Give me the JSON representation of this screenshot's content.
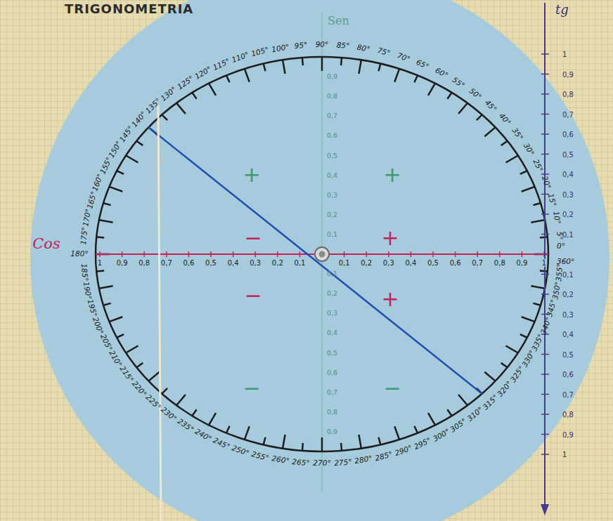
{
  "diagram": {
    "title": "TRIGONOMETRIA",
    "labels": [
      "0°",
      "5°",
      "10°",
      "15°",
      "20°",
      "25°",
      "30°",
      "35°",
      "40°",
      "45°",
      "50°",
      "55°",
      "60°",
      "65°",
      "70°",
      "75°",
      "80°",
      "85°",
      "90°",
      "95°",
      "100°",
      "105°",
      "110°",
      "115°",
      "120°",
      "125°",
      "130°",
      "135°",
      "140°",
      "145°",
      "150°",
      "155°",
      "160°",
      "165°",
      "170°",
      "175°",
      "180°",
      "185°",
      "190°",
      "195°",
      "200°",
      "205°",
      "210°",
      "215°",
      "220°",
      "225°",
      "230°",
      "235°",
      "240°",
      "245°",
      "250°",
      "255°",
      "260°",
      "265°",
      "270°",
      "275°",
      "280°",
      "285°",
      "290°",
      "295°",
      "300°",
      "305°",
      "310°",
      "315°",
      "320°",
      "325°",
      "330°",
      "335°",
      "340°",
      "345°",
      "350°",
      "355°",
      "360°",
      "Cos",
      "1",
      "0,9",
      "0,8",
      "0,7",
      "0,6",
      "0,5",
      "0,4",
      "0,3",
      "0,2",
      "0,1",
      "0,1",
      "0,2",
      "0,3",
      "0,4",
      "0,5",
      "0,6",
      "0,7",
      "0,8",
      "0,9",
      "1",
      "tg",
      "1",
      "0,9",
      "0,8",
      "0,7",
      "0,6",
      "0,5",
      "0,4",
      "0,3",
      "0,2",
      "0,1",
      "0,1",
      "0,2",
      "0,3",
      "0,4",
      "0,5",
      "0,6",
      "0,7",
      "0,8",
      "0,9",
      "1",
      "Sen",
      "0,9",
      "0,8",
      "0,7",
      "0,6",
      "0,5",
      "0,4",
      "0,3",
      "0,2",
      "0,1",
      "0,1",
      "0,2",
      "0,3",
      "0,4",
      "0,5",
      "0,6",
      "0,7",
      "0,8",
      "0,9",
      "+",
      "+",
      "−",
      "−",
      "−",
      "+",
      "−",
      "+"
    ]
  }
}
